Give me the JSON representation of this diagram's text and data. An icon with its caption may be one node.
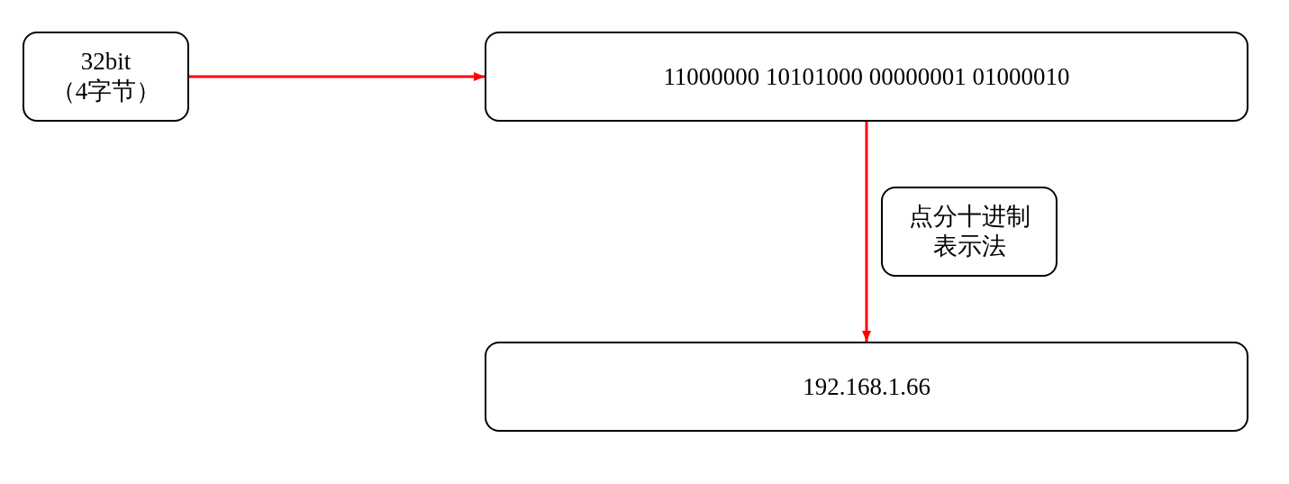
{
  "diagram": {
    "nodes": [
      {
        "text": [
          "32bit （4字节）"
        ]
      },
      {
        "text": [
          "11000000 10101000 00000001 01000010"
        ]
      },
      {
        "text": [
          "点分十进制表示法"
        ]
      },
      {
        "text": [
          "192.168.1.66"
        ]
      }
    ],
    "edges": [
      {
        "from": 0,
        "to": 1,
        "arrow": "to",
        "color": "#ff0000"
      },
      {
        "from": 1,
        "to": 3,
        "arrow": "to",
        "color": "#ff0000"
      }
    ]
  }
}
